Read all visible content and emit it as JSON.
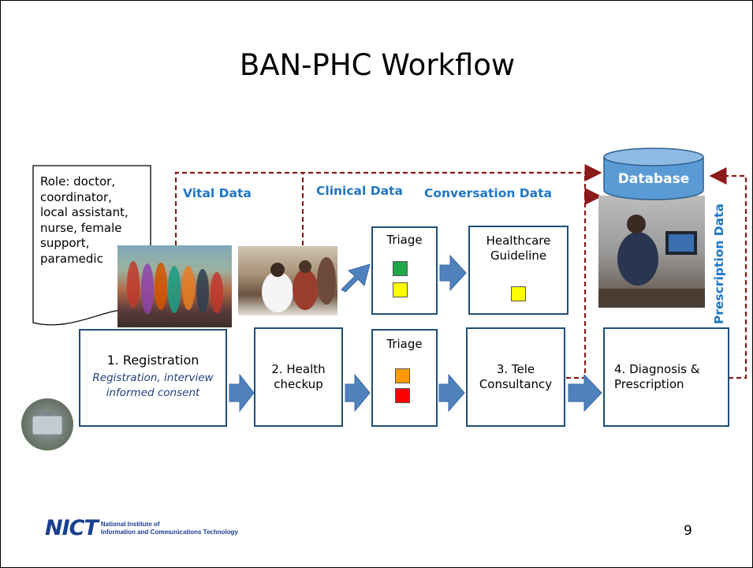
{
  "slide": {
    "title": "BAN-PHC Workflow",
    "page_number": "9"
  },
  "role_note": {
    "lines": [
      "Role: doctor,",
      "coordinator,",
      "local assistant,",
      "nurse, female",
      "support,",
      "paramedic"
    ],
    "ellipsis": "…"
  },
  "data_labels": {
    "vital": "Vital Data",
    "clinical": "Clinical Data",
    "conversation": "Conversation Data",
    "prescription": "Prescription Data"
  },
  "database": {
    "label": "Database",
    "color": "#5b9bd5"
  },
  "steps": {
    "registration": {
      "title": "1. Registration",
      "sub1": "Registration, interview",
      "sub2": "informed consent"
    },
    "health_checkup": {
      "line1": "2. Health",
      "line2": "checkup"
    },
    "triage_top": {
      "label": "Triage"
    },
    "triage_bottom": {
      "label": "Triage"
    },
    "guideline": {
      "line1": "Healthcare",
      "line2": "Guideline"
    },
    "tele": {
      "line1": "3. Tele",
      "line2": "Consultancy"
    },
    "diagnosis": {
      "line1": "4. Diagnosis &",
      "line2": "Prescription"
    }
  },
  "triage_colors": {
    "green": "#1fa84a",
    "yellow": "#ffff00",
    "orange": "#ff9900",
    "red": "#ff0000"
  },
  "footer": {
    "logo": "NICT",
    "org_line1": "National Institute of",
    "org_line2": "Information and Communications Technology"
  },
  "colors": {
    "arrow": "#4f81bd",
    "box_border": "#1f4e79",
    "dashed": "#8b1a1a",
    "label": "#1f76c8"
  }
}
